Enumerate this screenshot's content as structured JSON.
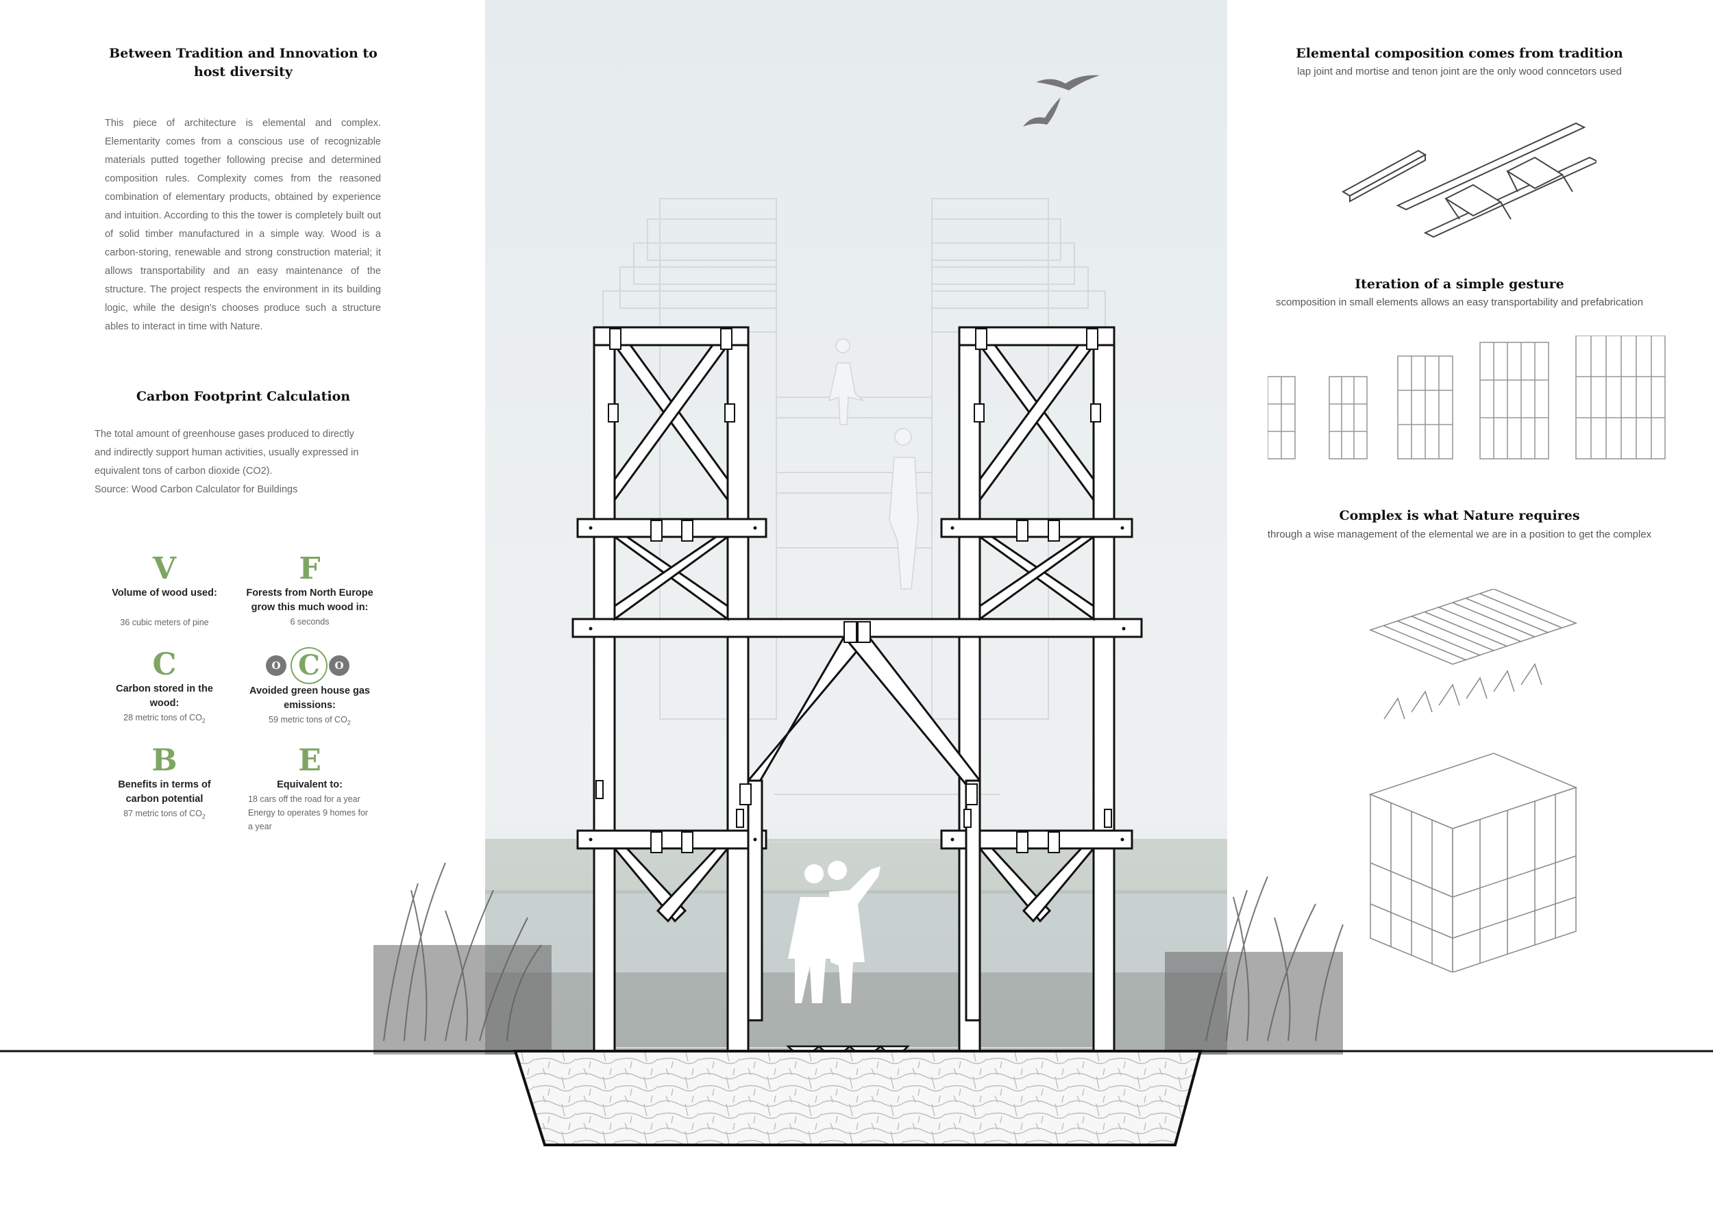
{
  "left_panel": {
    "title_line1": "Between Tradition and Innovation to",
    "title_line2": "host diversity",
    "intro_paragraph": "This piece of architecture is elemental and complex. Elementarity comes from a conscious use of recognizable materials putted together following precise and determined composition rules. Complexity comes from the reasoned combination of elementary products, obtained by experience and intuition. According to this the tower is completely built out of solid timber manufactured in a simple way. Wood is a carbon-storing, renewable and strong construction material; it allows transportability and an easy maintenance of the structure. The project respects the environment in its building logic, while the design's chooses produce such a structure ables to interact in time with Nature.",
    "carbon_title": "Carbon Footprint Calculation",
    "carbon_line1": "The total amount of greenhouse gases produced to directly",
    "carbon_line2": "and indirectly support human activities, usually expressed in",
    "carbon_line3": "equivalent tons of carbon dioxide (CO2).",
    "carbon_line4": "Source: Wood Carbon Calculator for Buildings",
    "metrics": {
      "v": {
        "letter": "V",
        "label_l1": "Volume of wood used:",
        "value": "36 cubic meters of pine"
      },
      "f": {
        "letter": "F",
        "label_l1": "Forests from North Europe",
        "label_l2": "grow this much wood in:",
        "value": "6 seconds"
      },
      "c": {
        "letter": "C",
        "label_l1": "Carbon stored in the",
        "label_l2": "wood:",
        "value": "28 metric tons of CO",
        "sub": "2"
      },
      "o": {
        "letter": "C",
        "side_letter": "O",
        "label_l1": "Avoided green house gas",
        "label_l2": "emissions:",
        "value": "59 metric tons of CO",
        "sub": "2"
      },
      "b": {
        "letter": "B",
        "label_l1": "Benefits in terms of",
        "label_l2": "carbon potential",
        "value": "87 metric tons of CO",
        "sub": "2"
      },
      "e": {
        "letter": "E",
        "label_l1": "Equivalent to:",
        "value_l1": "18 cars off the road for a year",
        "value_l2": "Energy to operates 9 homes for",
        "value_l3": "a year"
      }
    }
  },
  "right_panel": {
    "section1_title": "Elemental composition comes from tradition",
    "section1_sub": "lap joint and mortise and tenon joint are the only wood conncetors used",
    "section2_title": "Iteration of a simple gesture",
    "section2_sub": "scomposition in small elements allows an easy transportability and prefabrication",
    "section3_title": "Complex is what Nature requires",
    "section3_sub": "through a wise management of the elemental we are in a position to get the complex"
  },
  "colors": {
    "accent_green": "#7ea663",
    "ink": "#111111",
    "sky": "#e9eef0",
    "ground": "#f4f4f4"
  },
  "icons": [
    "bird-icon",
    "person-silhouette-icon",
    "reed-grass-icon",
    "timber-joint-icon"
  ]
}
